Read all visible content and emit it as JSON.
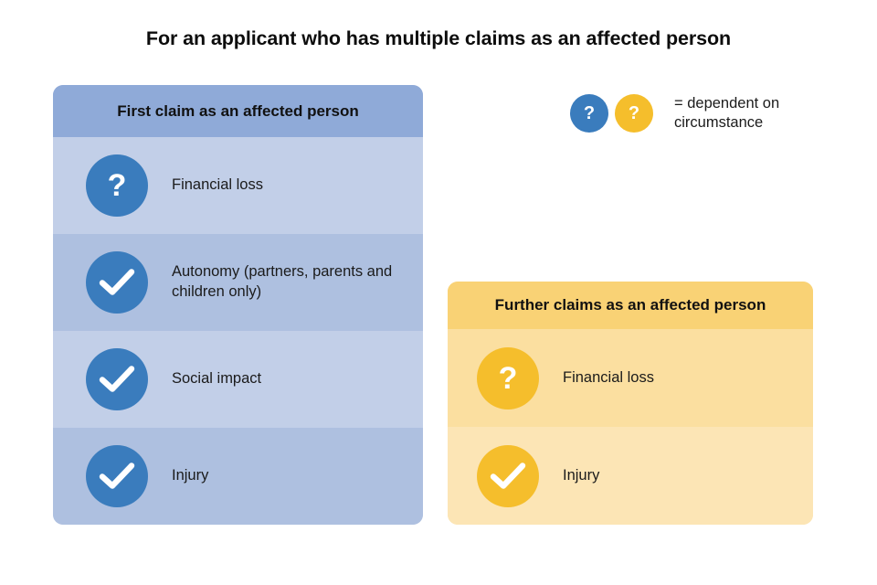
{
  "title": "For an applicant who has multiple claims as an affected person",
  "colors": {
    "blue_circle": "#3a7cbd",
    "blue_header": "#8faad8",
    "blue_row_light": "#c2cfe8",
    "blue_row_dark": "#aec0e0",
    "yellow_circle": "#f5be2c",
    "yellow_header": "#f9d275",
    "yellow_row_light": "#fce5b5",
    "yellow_row_dark": "#fbdfa0",
    "text": "#1b1b1b"
  },
  "legend": {
    "swatches": [
      {
        "icon": "question-mark-icon",
        "symbol": "?",
        "color": "#3a7cbd"
      },
      {
        "icon": "question-mark-icon",
        "symbol": "?",
        "color": "#f5be2c"
      }
    ],
    "text": "= dependent on circumstance"
  },
  "panels": [
    {
      "id": "first-claim",
      "header": "First claim as an affected person",
      "rows": [
        {
          "icon": "question-mark-icon",
          "symbol": "?",
          "label": "Financial loss"
        },
        {
          "icon": "check-mark-icon",
          "symbol": "✓",
          "label": "Autonomy (partners, parents and children only)"
        },
        {
          "icon": "check-mark-icon",
          "symbol": "✓",
          "label": "Social impact"
        },
        {
          "icon": "check-mark-icon",
          "symbol": "✓",
          "label": "Injury"
        }
      ]
    },
    {
      "id": "further-claims",
      "header": "Further claims as an affected person",
      "rows": [
        {
          "icon": "question-mark-icon",
          "symbol": "?",
          "label": "Financial loss"
        },
        {
          "icon": "check-mark-icon",
          "symbol": "✓",
          "label": "Injury"
        }
      ]
    }
  ]
}
